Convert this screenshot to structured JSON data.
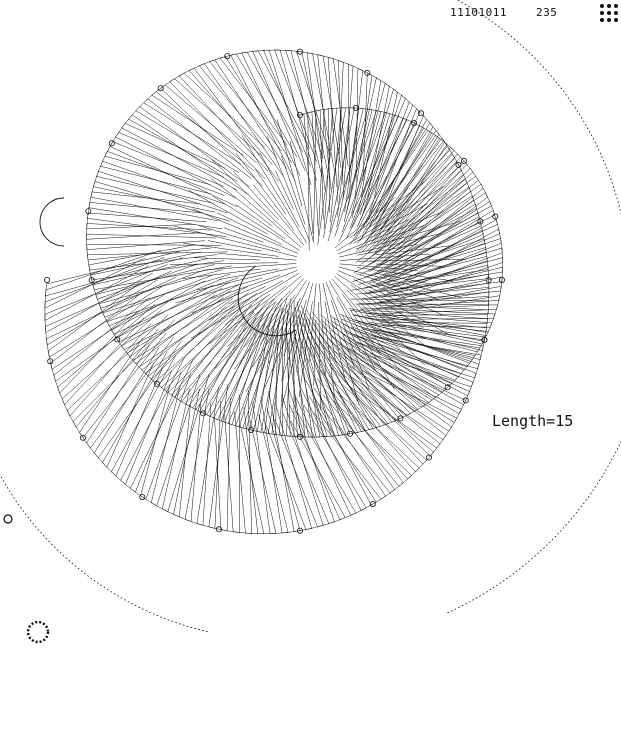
{
  "header": {
    "code": "11101011",
    "number": "235"
  },
  "label": {
    "length_text": "Length=15"
  },
  "colors": {
    "ink": "#111111",
    "background": "#ffffff"
  }
}
